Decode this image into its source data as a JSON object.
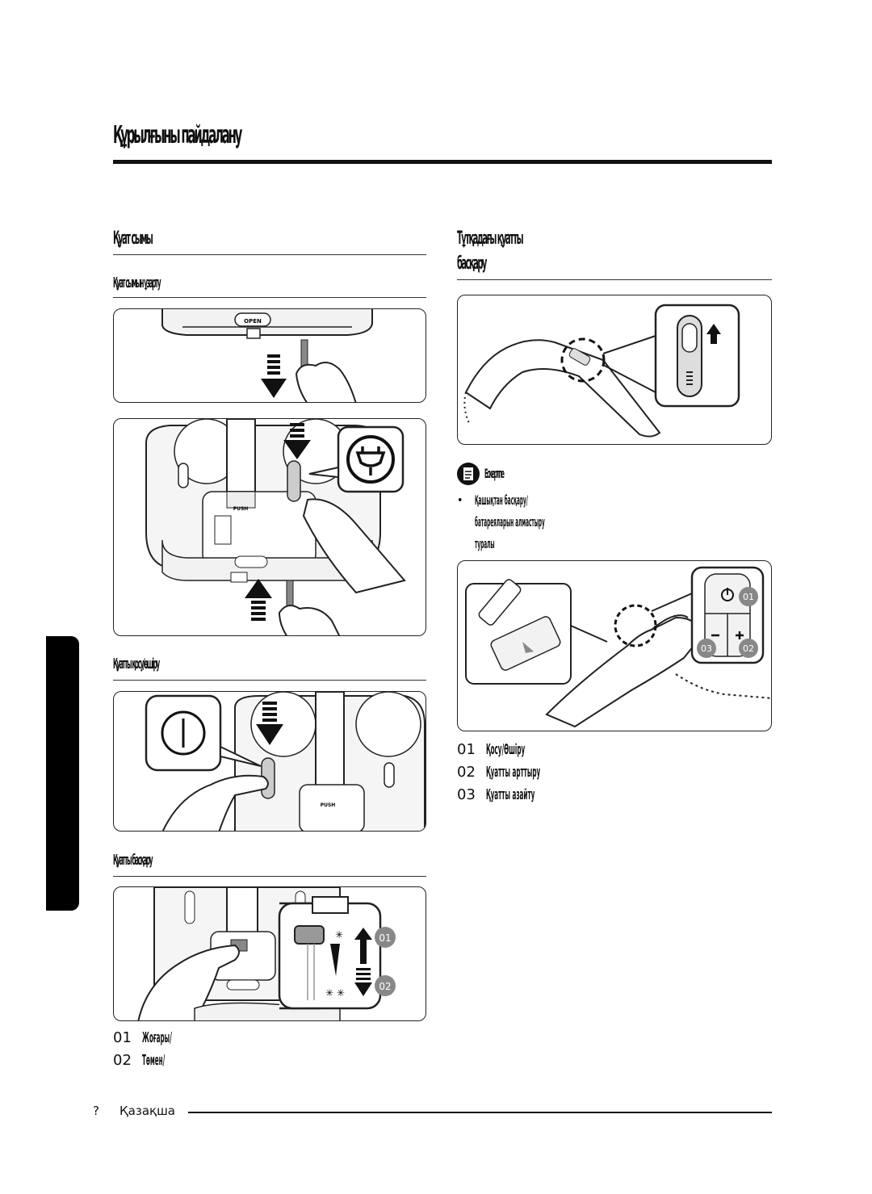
{
  "page": {
    "title": "Құрылғыны пайдалану",
    "footer_page_num": "?",
    "footer_lang": "Қазақша"
  },
  "left": {
    "section1_title": "Қуат сымы",
    "section1_sub": "Қуат сымын ұзарту",
    "section2_title": "Қуатты қосу/өшіру",
    "section3_title": "Қуатты басқару",
    "steps": [
      {
        "num": "01",
        "text": "Жоғары/"
      },
      {
        "num": "02",
        "text": "Төмен/"
      }
    ],
    "open_label": "OPEN",
    "push_label": "PUSH"
  },
  "right": {
    "section_title": "Тұтқадағы қуатты",
    "section_title_line2": "басқару",
    "note_label": "Ескертпе",
    "note_lines": [
      "Қашықтан басқару/",
      "батареяларын алмастыру",
      "туралы"
    ],
    "steps": [
      {
        "num": "01",
        "text": "Қосу/Өшіру"
      },
      {
        "num": "02",
        "text": "Қуатты арттыру"
      },
      {
        "num": "03",
        "text": "Қуатты азайту"
      }
    ],
    "remote_labels": {
      "on": "01",
      "plus": "02",
      "minus": "03"
    }
  }
}
